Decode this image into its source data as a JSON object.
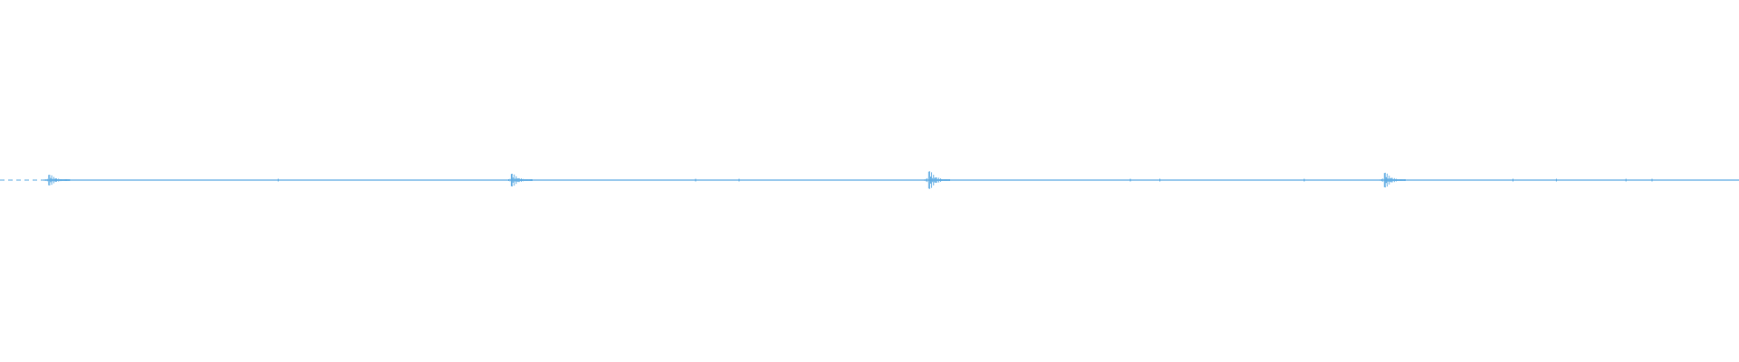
{
  "waveform": {
    "color": "#5aa9e2",
    "background": "#ffffff",
    "baseline_amplitude": 0,
    "transients": [
      {
        "position": 0.028,
        "amplitude": 0.022
      },
      {
        "position": 0.294,
        "amplitude": 0.026
      },
      {
        "position": 0.534,
        "amplitude": 0.036
      },
      {
        "position": 0.796,
        "amplitude": 0.03
      }
    ],
    "minor_ticks": [
      0.16,
      0.4,
      0.425,
      0.65,
      0.667,
      0.75,
      0.87,
      0.895,
      0.935,
      0.95
    ]
  }
}
